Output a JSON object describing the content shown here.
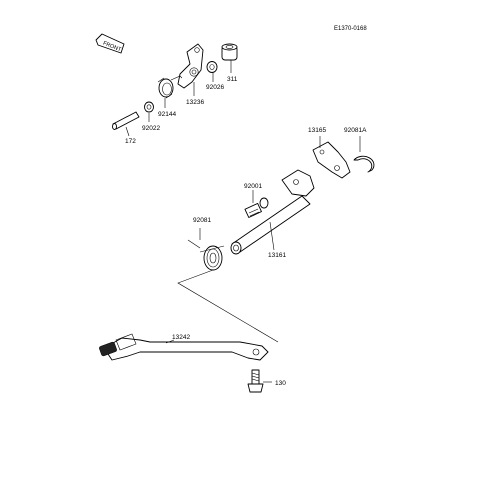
{
  "diagram": {
    "reference_code": "E1370-0168",
    "front_label": "FRONT",
    "parts": [
      {
        "id": "311",
        "label": "311"
      },
      {
        "id": "92026",
        "label": "92026"
      },
      {
        "id": "13236",
        "label": "13236"
      },
      {
        "id": "92144",
        "label": "92144"
      },
      {
        "id": "92022",
        "label": "92022"
      },
      {
        "id": "172",
        "label": "172"
      },
      {
        "id": "13165",
        "label": "13165"
      },
      {
        "id": "92081A",
        "label": "92081A"
      },
      {
        "id": "92001",
        "label": "92001"
      },
      {
        "id": "92081",
        "label": "92081"
      },
      {
        "id": "13161",
        "label": "13161"
      },
      {
        "id": "13242",
        "label": "13242"
      },
      {
        "id": "130",
        "label": "130"
      }
    ]
  }
}
